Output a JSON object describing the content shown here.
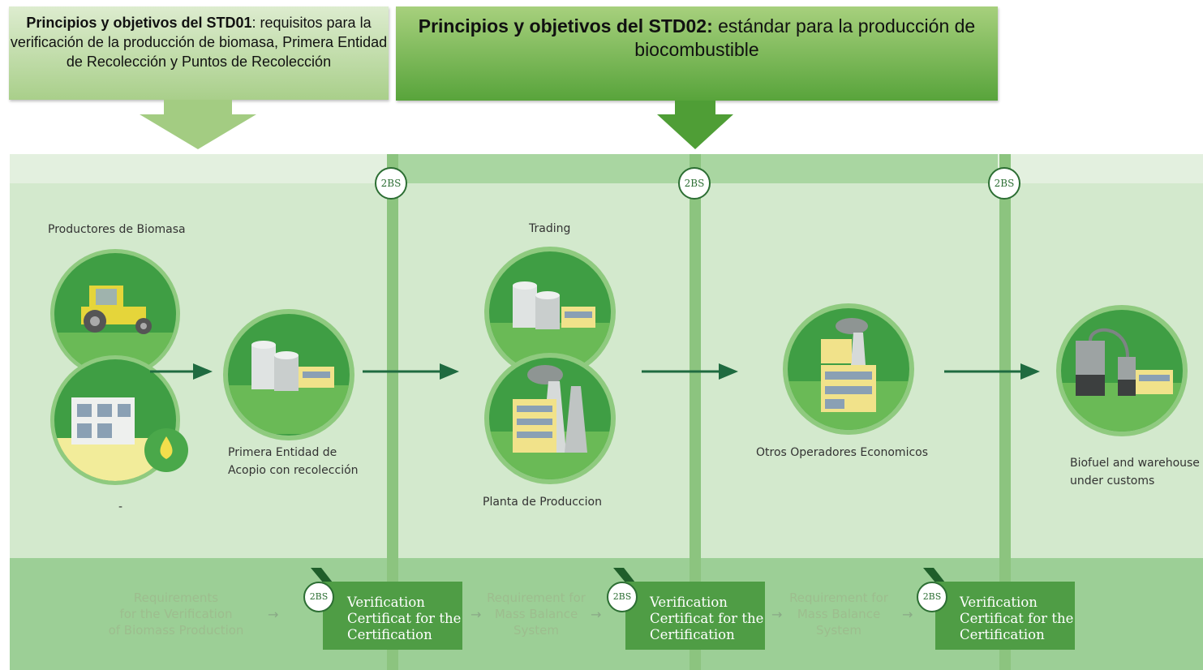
{
  "headers": [
    {
      "bold": "Principios y objetivos del STD01",
      "rest": ": requisitos para la verificación de la producción de biomasa, Primera Entidad de Recolección y Puntos de Recolección"
    },
    {
      "bold": "Principios y objetivos del STD02:",
      "rest": " estándar para la producción de biocombustible"
    }
  ],
  "badge_text": "2BS",
  "stages": {
    "productores": "Productores de Biomasa",
    "productores_sub": "-",
    "primera_line1": "Primera Entidad de",
    "primera_line2": "Acopio con recolección",
    "trading": "Trading",
    "planta": "Planta de Produccion",
    "otros": "Otros Operadores Economicos",
    "biofuel_line1": "Biofuel and warehouse",
    "biofuel_line2": "under customs"
  },
  "requirements": [
    [
      "Requirements",
      "for the Verification",
      "of Biomass Production"
    ],
    [
      "Requirement for",
      "Mass Balance",
      "System"
    ],
    [
      "Requirement for",
      "Mass Balance",
      "System"
    ]
  ],
  "certificates": [
    [
      "Verification",
      "Certificat for the",
      "Certification"
    ],
    [
      "Verification",
      "Certificat for the",
      "Certification"
    ],
    [
      "Verification",
      "Certificat for the",
      "Certification"
    ]
  ],
  "colors": {
    "header1": "#b9d89c",
    "header2": "#6fb24b",
    "panel_light": "#d3e9cd",
    "divider": "#8cc47f",
    "circle_green": "#4aa84a",
    "certificate_green": "#4f9d45",
    "arrow_dark": "#1f6b40"
  }
}
